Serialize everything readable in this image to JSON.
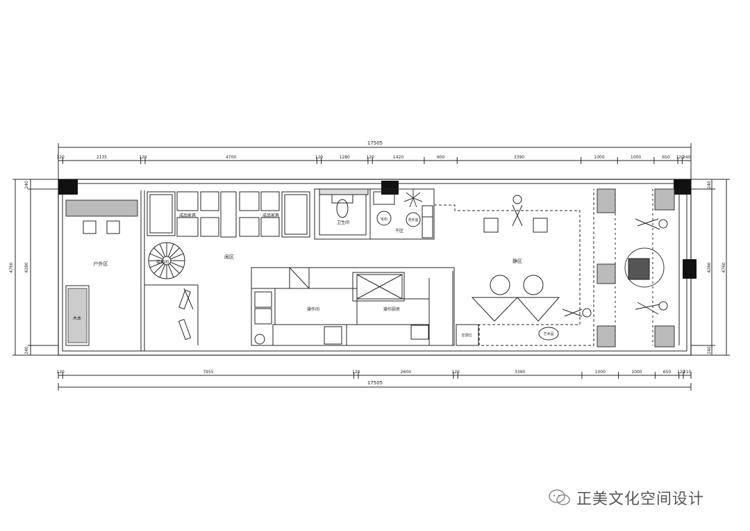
{
  "overall_width": "17505",
  "top_dims": [
    "120",
    "2135",
    "120",
    "4700",
    "120",
    "1280",
    "120",
    "1420",
    "900",
    "3390",
    "1000",
    "1000",
    "650",
    "120",
    "240"
  ],
  "bottom_dims": [
    "120",
    "7955",
    "120",
    "2600",
    "120",
    "3390",
    "1000",
    "1000",
    "650",
    "120",
    "210"
  ],
  "left_dims": [
    "240",
    "4280",
    "4760",
    "240"
  ],
  "right_dims": [
    "240",
    "4280",
    "4760",
    "240"
  ],
  "rooms": {
    "outdoor": "户外区",
    "furniture_1": "成品家具",
    "furniture_2": "成品家具",
    "common": "闹区",
    "bathroom": "卫生间",
    "towel": "毛石",
    "sink": "洗手盆",
    "dry": "干区",
    "quiet": "静区",
    "counter": "操作间",
    "kitchen": "操作厨房",
    "ac": "空调位",
    "art": "艺术品",
    "stair": "楼梯间",
    "plant": "木本"
  },
  "watermark": "正美文化空间设计"
}
